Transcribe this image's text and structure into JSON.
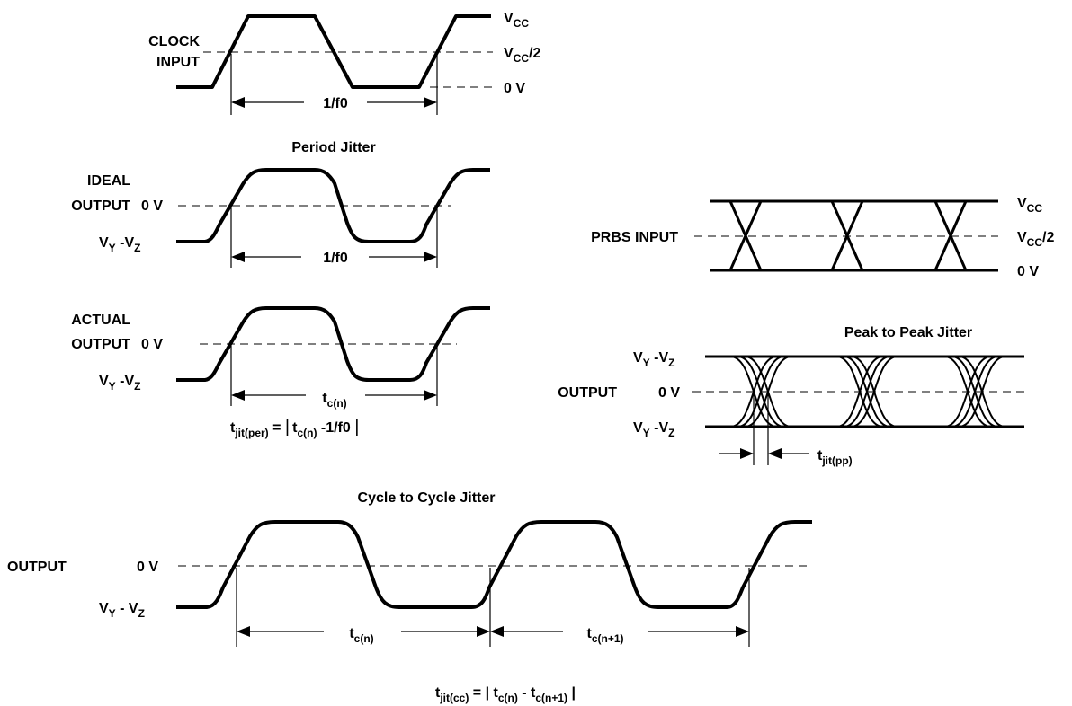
{
  "clock": {
    "label_line1": "CLOCK",
    "label_line2": "INPUT",
    "vcc": "V",
    "vcc_sub": "CC",
    "vcc_half": "V",
    "vcc_half_sub": "CC",
    "vcc_half_suffix": "/2",
    "zero": "0 V",
    "period": "1/f0"
  },
  "period_jitter": {
    "title": "Period Jitter",
    "ideal_line1": "IDEAL",
    "ideal_line2": "OUTPUT",
    "zero": "0 V",
    "vy": "V",
    "vy_sub": "Y",
    "vz_prefix": " -V",
    "vz_sub": "Z",
    "ideal_period": "1/f0",
    "actual_line1": "ACTUAL",
    "actual_line2": "OUTPUT",
    "actual_zero": "0 V",
    "actual_vy": "V",
    "actual_vy_sub": "Y",
    "actual_vz_prefix": " -V",
    "actual_vz_sub": "Z",
    "tc": "t",
    "tc_sub": "c(n)",
    "formula_t": "t",
    "formula_t_sub": "jit(per)",
    "formula_eq": " = ",
    "formula_abs_open": "|",
    "formula_tc": "t",
    "formula_tc_sub": "c(n)",
    "formula_minus": " -1/f0 ",
    "formula_abs_close": "|"
  },
  "prbs": {
    "label": "PRBS INPUT",
    "vcc": "V",
    "vcc_sub": "CC",
    "vcc_half": "V",
    "vcc_half_sub": "CC",
    "vcc_half_suffix": "/2",
    "zero": "0 V"
  },
  "peak_jitter": {
    "title": "Peak to Peak Jitter",
    "label": "OUTPUT",
    "top_vy": "V",
    "top_vy_sub": "Y",
    "top_vz_prefix": " -V",
    "top_vz_sub": "Z",
    "zero": "0 V",
    "bot_vy": "V",
    "bot_vy_sub": "Y",
    "bot_vz_prefix": " -V",
    "bot_vz_sub": "Z",
    "tjit": "t",
    "tjit_sub": "jit(pp)"
  },
  "cycle_jitter": {
    "title": "Cycle to Cycle Jitter",
    "label": "OUTPUT",
    "zero": "0 V",
    "vy": "V",
    "vy_sub": "Y",
    "vz_prefix": " - V",
    "vz_sub": "Z",
    "tc1": "t",
    "tc1_sub": "c(n)",
    "tc2": "t",
    "tc2_sub": "c(n+1)",
    "formula_t": "t",
    "formula_t_sub": "jit(cc)",
    "formula_eq": " = | ",
    "formula_tc1": "t",
    "formula_tc1_sub": "c(n)",
    "formula_minus": " - ",
    "formula_tc2": "t",
    "formula_tc2_sub": "c(n+1)",
    "formula_close": " |"
  }
}
